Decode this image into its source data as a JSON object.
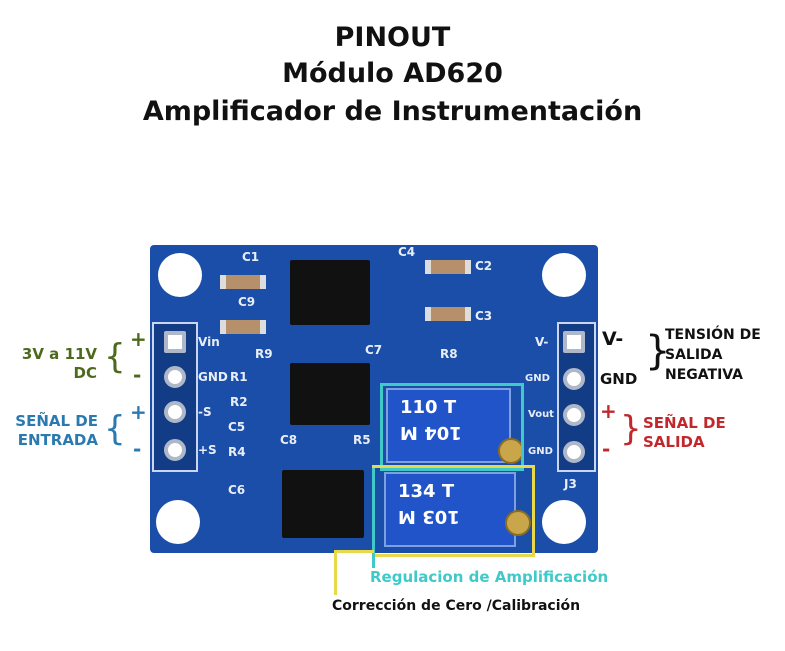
{
  "title": {
    "line1": "PINOUT",
    "line2": "Módulo AD620",
    "line3": "Amplificador de Instrumentación"
  },
  "board": {
    "silkscreen": {
      "c1": "C1",
      "c9": "C9",
      "c4": "C4",
      "c2": "C2",
      "c3": "C3",
      "c7": "C7",
      "r9": "R9",
      "r8": "R8",
      "r1": "R1",
      "r2": "R2",
      "c5": "C5",
      "r4": "R4",
      "c8": "C8",
      "r5": "R5",
      "c6": "C6",
      "j3": "J3"
    },
    "left_pins": [
      "Vin",
      "GND",
      "-S",
      "+S"
    ],
    "right_pins": [
      "V-",
      "GND",
      "Vout",
      "GND"
    ],
    "pot1": {
      "line1": "110 T",
      "line2": "104 M"
    },
    "pot2": {
      "line1": "134 T",
      "line2": "103 M"
    }
  },
  "left_labels": {
    "power": "3V a 11V",
    "power2": "DC",
    "plus1": "+",
    "minus1": "-",
    "signal": "SEÑAL DE",
    "signal2": "ENTRADA",
    "plus2": "+",
    "minus2": "-"
  },
  "right_labels": {
    "vminus": "V-",
    "gnd": "GND",
    "neg1": "TENSIÓN DE",
    "neg2": "SALIDA",
    "neg3": "NEGATIVA",
    "plus": "+",
    "minus": "-",
    "out1": "SEÑAL DE",
    "out2": "SALIDA"
  },
  "bottom_labels": {
    "gain": "Regulacion de Amplificación",
    "zero": "Corrección de Cero /Calibración"
  },
  "colors": {
    "green": "#4d6a1c",
    "blue": "#2a7ab0",
    "red": "#c0282e",
    "cyan": "#3fc9c9",
    "yellow": "#e8d94a",
    "board": "#1b4ea8"
  }
}
